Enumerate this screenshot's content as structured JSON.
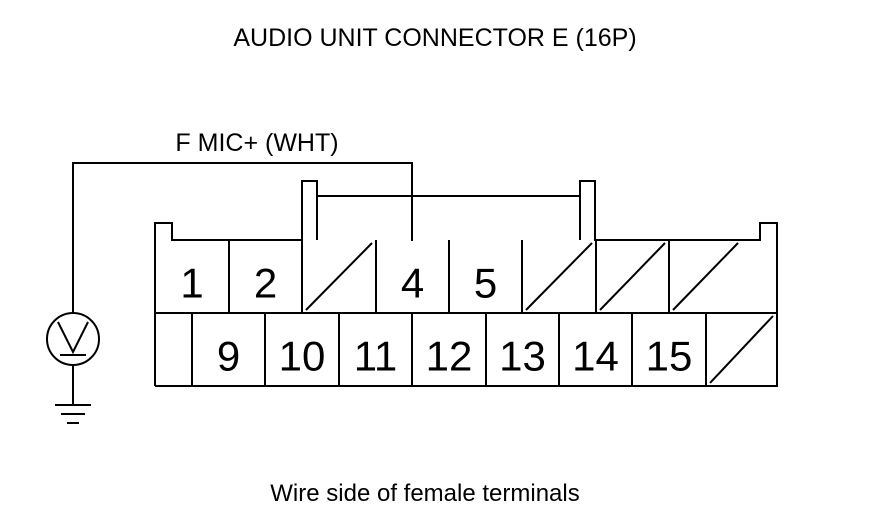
{
  "title": "AUDIO UNIT CONNECTOR E (16P)",
  "wire_label": "F MIC+ (WHT)",
  "caption": "Wire side of female terminals",
  "meter_symbol": "voltmeter-icon",
  "ground_symbol": "ground-icon",
  "connector": {
    "top_row": [
      {
        "label": "1"
      },
      {
        "label": "2"
      },
      {
        "label": ""
      },
      {
        "label": "4"
      },
      {
        "label": "5"
      },
      {
        "label": ""
      },
      {
        "label": ""
      },
      {
        "label": ""
      }
    ],
    "bottom_row": [
      {
        "label": ""
      },
      {
        "label": "9"
      },
      {
        "label": "10"
      },
      {
        "label": "11"
      },
      {
        "label": "12"
      },
      {
        "label": "13"
      },
      {
        "label": "14"
      },
      {
        "label": "15"
      },
      {
        "label": ""
      }
    ],
    "probe_terminal": "4"
  }
}
